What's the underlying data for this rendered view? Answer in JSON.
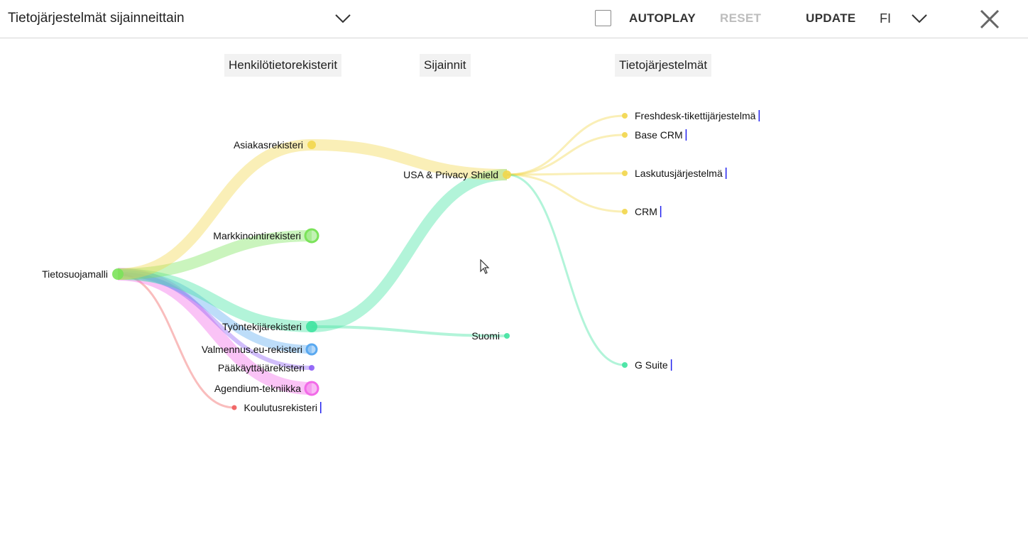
{
  "toolbar": {
    "view_select": "Tietojärjestelmät sijainneittain",
    "autoplay_label": "AUTOPLAY",
    "reset_label": "RESET",
    "update_label": "UPDATE",
    "language": "FI"
  },
  "columns": {
    "registers": "Henkilötietorekisterit",
    "locations": "Sijainnit",
    "systems": "Tietojärjestelmät"
  },
  "nodes": {
    "root": "Tietosuojamalli",
    "asiakas": "Asiakasrekisteri",
    "markkinointi": "Markkinointirekisteri",
    "tyontekija": "Työntekijärekisteri",
    "valmennus": "Valmennus.eu-rekisteri",
    "paakayttaja": "Pääkäyttäjärekisteri",
    "agendium": "Agendium-tekniikka",
    "koulutus": "Koulutusrekisteri",
    "usa": "USA & Privacy Shield",
    "suomi": "Suomi",
    "freshdesk": "Freshdesk-tikettijärjestelmä",
    "basecrm": "Base CRM",
    "laskutus": "Laskutusjärjestelmä",
    "crm": "CRM",
    "gsuite": "G Suite"
  },
  "colors": {
    "yellow": "#f2d64b",
    "green": "#7be35a",
    "teal": "#3fe3a0",
    "blue": "#5aa9f0",
    "purple": "#8b5cf6",
    "pink": "#f26ae8",
    "red": "#f05a5a",
    "cursor_bar": "#2222ee"
  }
}
